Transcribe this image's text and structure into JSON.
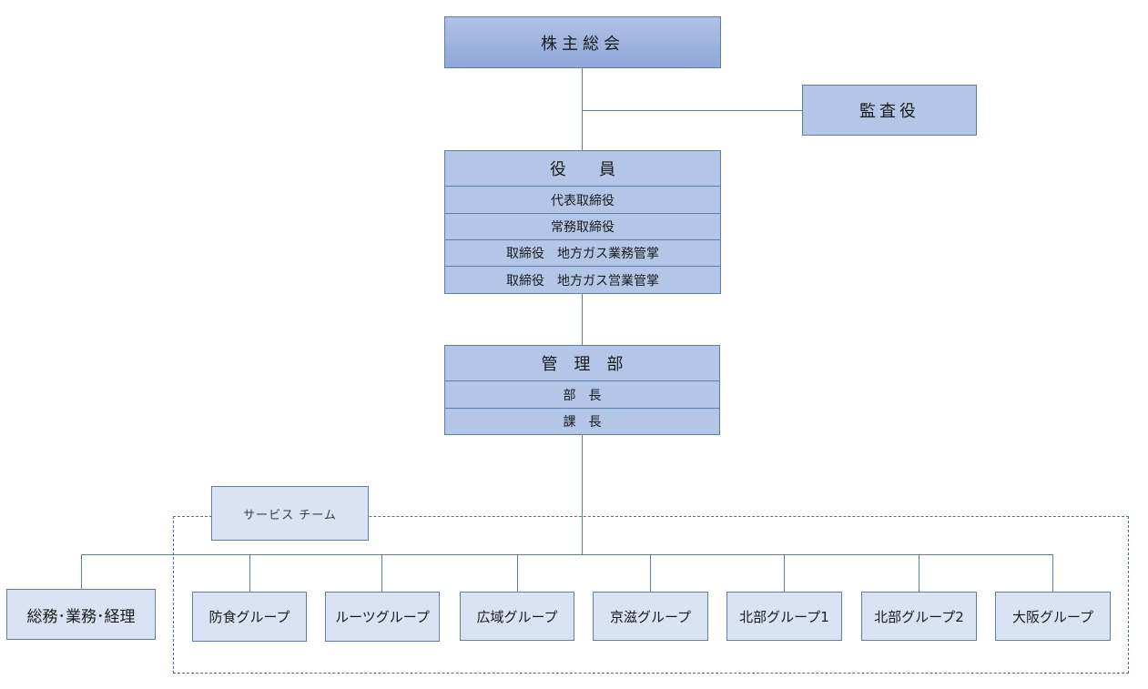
{
  "top": {
    "label": "株主総会"
  },
  "auditor": {
    "label": "監査役"
  },
  "officers": {
    "title": "役　　員",
    "rows": [
      "代表取締役",
      "常務取締役",
      "取締役　地方ガス業務管掌",
      "取締役　地方ガス営業管掌"
    ]
  },
  "management": {
    "title": "管　理　部",
    "rows": [
      "部　長",
      "課　長"
    ]
  },
  "service_team": {
    "label": "サービス チーム"
  },
  "groups": [
    "総務･業務･経理",
    "防食グループ",
    "ルーツグループ",
    "広域グループ",
    "京滋グループ",
    "北部グループ1",
    "北部グループ2",
    "大阪グループ"
  ]
}
